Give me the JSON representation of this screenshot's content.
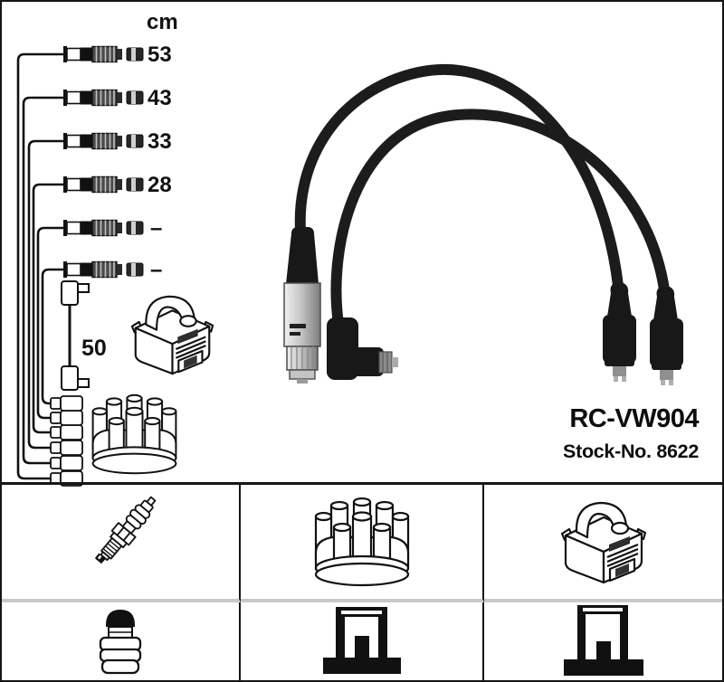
{
  "product": {
    "part_number": "RC-VW904",
    "stock_number": "Stock-No. 8622"
  },
  "length_diagram": {
    "unit_header": "cm",
    "leads": [
      {
        "length": "53"
      },
      {
        "length": "43"
      },
      {
        "length": "33"
      },
      {
        "length": "28"
      },
      {
        "length": "–"
      },
      {
        "length": "–"
      }
    ],
    "coil_lead_length": "50",
    "icons": [
      "ignition-coil-icon",
      "distributor-cap-icon",
      "cap-terminal-icon",
      "lead-connector-icon"
    ]
  },
  "main_photo": {
    "icons": [
      "metal-plug-connector-icon",
      "right-angle-boot-icon",
      "straight-boot-icon",
      "straight-boot-icon"
    ]
  },
  "parts_grid": {
    "cells": [
      {
        "icon": "spark-plug-icon"
      },
      {
        "icon": "distributor-cap-icon"
      },
      {
        "icon": "ignition-coil-icon"
      },
      {
        "icon": "terminal-nut-icon"
      },
      {
        "icon": "distributor-socket-section-icon"
      },
      {
        "icon": "coil-socket-section-icon"
      }
    ]
  },
  "colors": {
    "ink": "#111111",
    "divider_gray": "#c9c9c9",
    "background": "#ffffff",
    "metal_light": "#f2f2f2",
    "metal_dark": "#7d7d7d"
  }
}
